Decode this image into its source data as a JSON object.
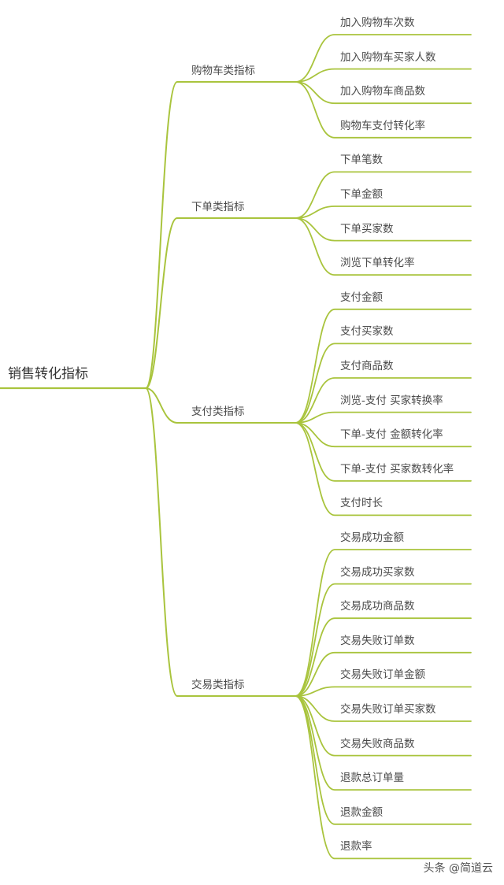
{
  "diagram": {
    "type": "mindmap",
    "line_color": "#a9c43d",
    "root": {
      "label": "销售转化指标"
    },
    "categories": [
      {
        "label": "购物车类指标",
        "children": [
          "加入购物车次数",
          "加入购物车买家人数",
          "加入购物车商品数",
          "购物车支付转化率"
        ]
      },
      {
        "label": "下单类指标",
        "children": [
          "下单笔数",
          "下单金额",
          "下单买家数",
          "浏览下单转化率"
        ]
      },
      {
        "label": "支付类指标",
        "children": [
          "支付金额",
          "支付买家数",
          "支付商品数",
          "浏览-支付 买家转换率",
          "下单-支付 金额转化率",
          "下单-支付 买家数转化率",
          "支付时长"
        ]
      },
      {
        "label": "交易类指标",
        "children": [
          "交易成功金额",
          "交易成功买家数",
          "交易成功商品数",
          "交易失败订单数",
          "交易失败订单金额",
          "交易失败订单买家数",
          "交易失败商品数",
          "退款总订单量",
          "退款金额",
          "退款率"
        ]
      }
    ]
  },
  "watermark": "头条 @简道云"
}
